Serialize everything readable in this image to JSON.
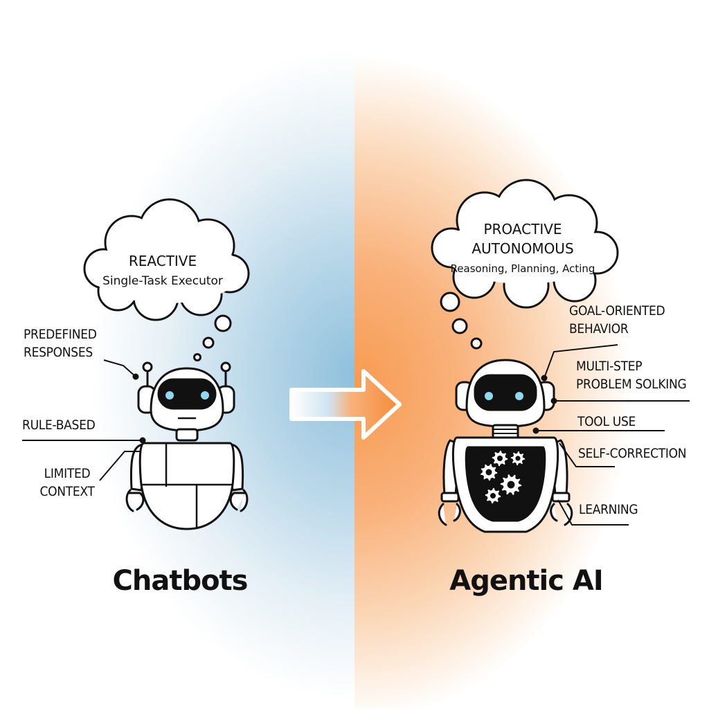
{
  "left": {
    "title": "Chatbots",
    "bubble": {
      "title": "REACTIVE",
      "subtitle": "Single-Task Executor"
    },
    "labels": {
      "predefined": [
        "PREDEFINED",
        "RESPONSES"
      ],
      "rule_based": "RULE-BASED",
      "limited": [
        "LIMITED",
        "CONTEXT"
      ]
    }
  },
  "right": {
    "title": "Agentic AI",
    "bubble": {
      "line1": "PROACTIVE",
      "line2": "AUTONOMOUS",
      "subtitle": "Reasoning, Planning, Acting"
    },
    "labels": {
      "goal": [
        "GOAL-ORIENTED",
        "BEHAVIOR"
      ],
      "multi": [
        "MULTI-STEP",
        "PROBLEM SOLKING"
      ],
      "tool": "TOOL USE",
      "self": "SELF-CORRECTION",
      "learning": "LEARNING"
    }
  },
  "colors": {
    "left_accent": "#8fc0dc",
    "right_accent": "#f79a50",
    "robot_eye": "#8fd8ee",
    "line": "#111111"
  },
  "icons": [
    "thought-bubble-icon",
    "robot-icon",
    "gear-icon",
    "arrow-right-icon"
  ]
}
